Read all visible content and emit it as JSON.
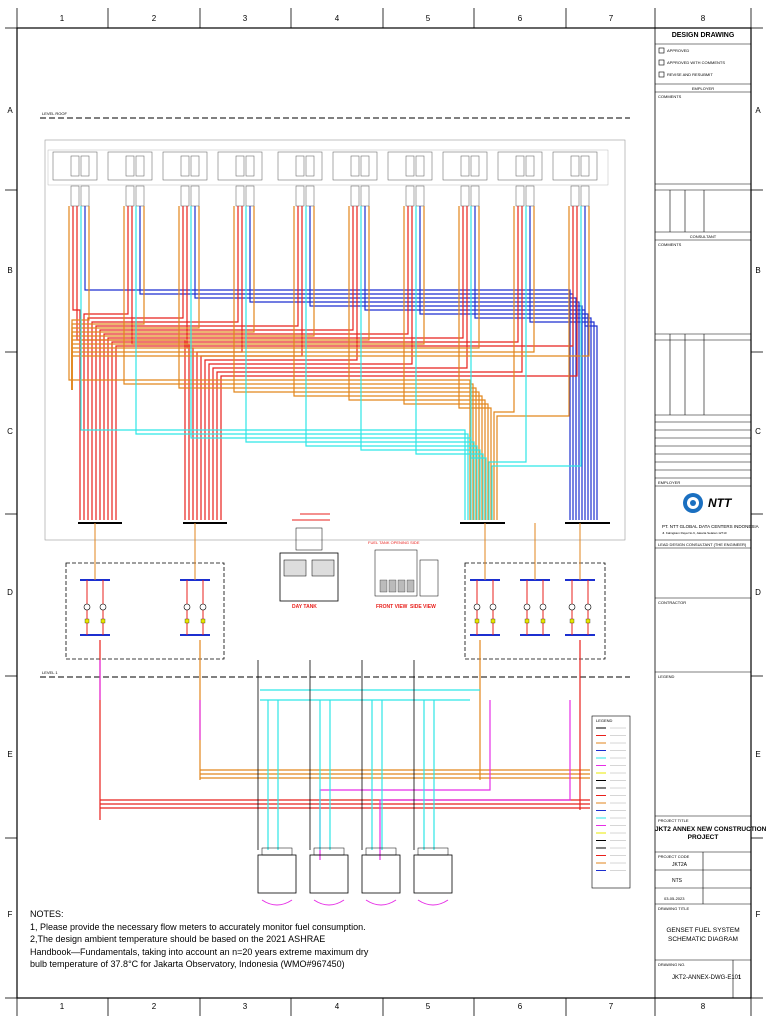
{
  "grid": {
    "columns": [
      "1",
      "2",
      "3",
      "4",
      "5",
      "6",
      "7",
      "8"
    ],
    "rows": [
      "A",
      "B",
      "C",
      "D",
      "E",
      "F"
    ]
  },
  "title_block": {
    "header": "DESIGN DRAWING",
    "checkboxes": [
      "APPROVED",
      "APPROVED WITH COMMENTS",
      "REVISE AND RESUBMIT"
    ],
    "employer": "EMPLOYER",
    "comments_1": "COMMENTS",
    "consultant": "CONSULTANT",
    "comments_2": "COMMENTS",
    "employer_2": "EMPLOYER",
    "company_name": "PT. NTT GLOBAL DATA CENTERS INDONESIA",
    "company_address": "Jl. Kalingkam Raya No.9, Jakarta Selatan 12710",
    "logo_text": "NTT",
    "consultant_role": "LEAD DESIGN CONSULTANT (THE ENGINEER)",
    "contractor": "CONTRACTOR",
    "legend": "LEGEND",
    "project_label": "PROJECT TITLE",
    "project_title_line1": "JKT2 ANNEX NEW CONSTRUCTION",
    "project_title_line2": "PROJECT",
    "project_code_label": "PROJECT CODE",
    "project_code": "JKT2A",
    "scale_value": "NTS",
    "date_value": "03-05-2023",
    "drawing_title_label": "DRAWING TITLE",
    "drawing_title_line1": "GENSET FUEL SYSTEM",
    "drawing_title_line2": "SCHEMATIC DIAGRAM",
    "drawing_no_label": "DRAWING NO.",
    "drawing_no": "JKT2-ANNEX-DWG-E101",
    "revision": "1"
  },
  "diagram_labels": {
    "level_roof": "LEVEL ROOF",
    "level_1": "LEVEL 1",
    "day_tank": "DAY TANK",
    "fuel_tank_opening": "FUEL TANK OPENING SIDE",
    "front_view": "FRONT VIEW",
    "side_view": "SIDE VIEW"
  },
  "legend_box": {
    "title": "LEGEND"
  },
  "notes": {
    "title": "NOTES:",
    "line1": "1, Please provide the necessary flow meters to accurately monitor fuel consumption.",
    "line2": "2,The design ambient temperature should be based on the 2021 ASHRAE",
    "line3": "Handbook—Fundamentals, taking into account an n=20 years extreme maximum dry",
    "line4": "bulb temperature of 37.8°C for Jakarta Observatory, Indonesia (WMO#967450)"
  },
  "colors": {
    "red": "#e8201c",
    "orange": "#e2861c",
    "cyan": "#2ee6e6",
    "blue": "#1c2fd0",
    "magenta": "#e62ee6",
    "black": "#000000"
  }
}
